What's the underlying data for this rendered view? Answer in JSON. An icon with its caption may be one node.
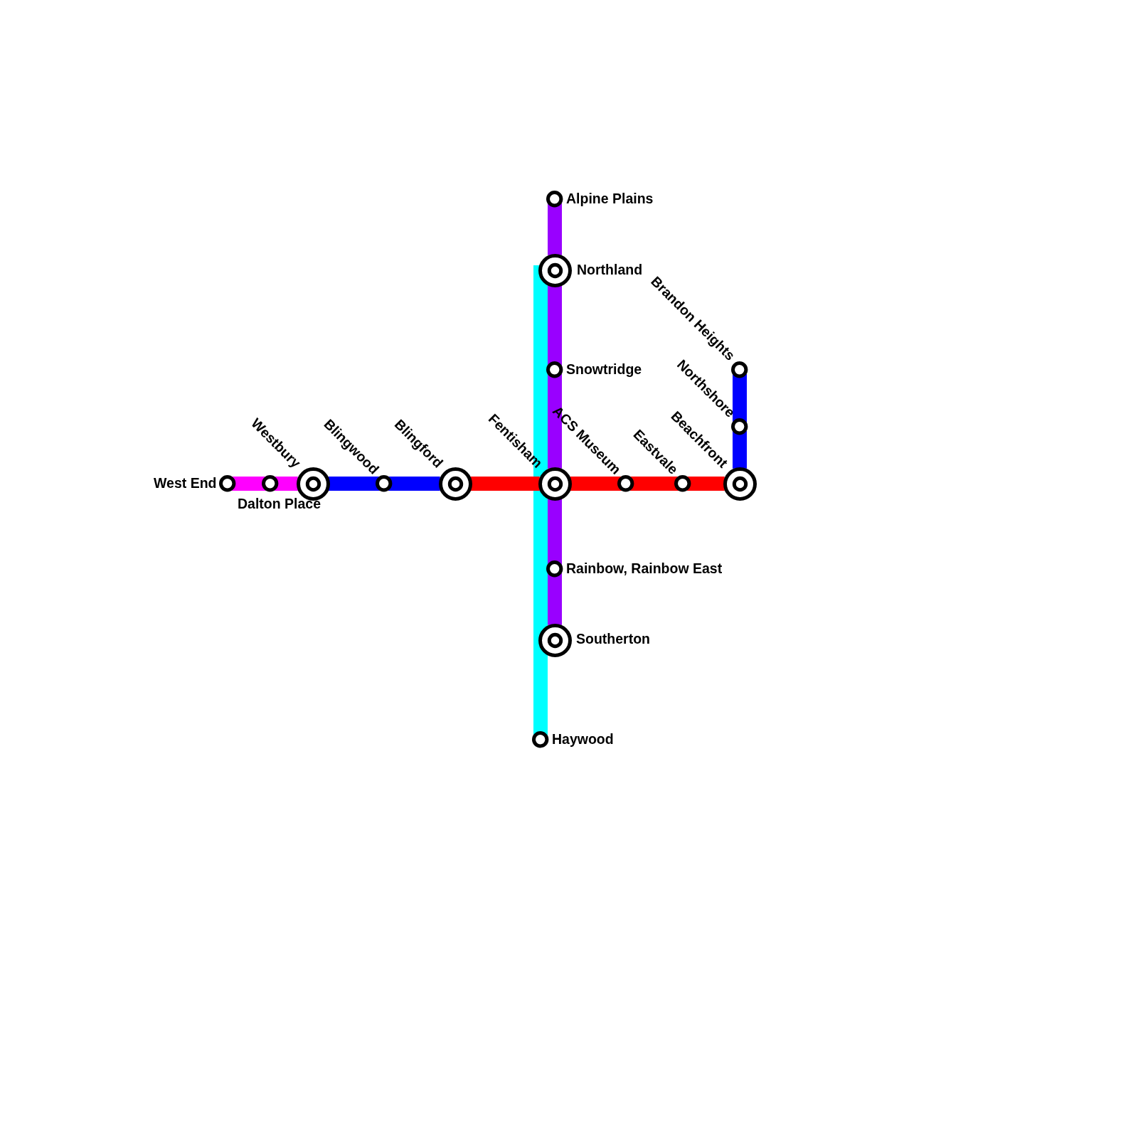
{
  "diagram": {
    "nodes": [
      {
        "text": [],
        "shape": "circle",
        "beside": [
          "Alpine Plains"
        ]
      },
      {
        "text": [],
        "shape": "circle",
        "beside": [
          "Northland"
        ]
      },
      {
        "text": [],
        "shape": "circle",
        "beside": [
          "Snowtridge"
        ]
      },
      {
        "text": [],
        "shape": "circle",
        "beside": [
          "Brandon Heights"
        ]
      },
      {
        "text": [],
        "shape": "circle",
        "beside": [
          "Northshore"
        ]
      },
      {
        "text": [],
        "shape": "circle",
        "beside": [
          "West End"
        ]
      },
      {
        "text": [],
        "shape": "circle",
        "beside": [
          "Dalton Place"
        ]
      },
      {
        "text": [],
        "shape": "circle",
        "beside": [
          "Westbury"
        ]
      },
      {
        "text": [],
        "shape": "circle",
        "beside": [
          "Blingwood"
        ]
      },
      {
        "text": [],
        "shape": "circle",
        "beside": [
          "Blingford"
        ]
      },
      {
        "text": [],
        "shape": "circle",
        "beside": [
          "Fentisham"
        ]
      },
      {
        "text": [],
        "shape": "circle",
        "beside": [
          "ACS Museum"
        ]
      },
      {
        "text": [],
        "shape": "circle",
        "beside": [
          "Eastvale"
        ]
      },
      {
        "text": [],
        "shape": "circle",
        "beside": [
          "Beachfront"
        ]
      },
      {
        "text": [],
        "shape": "circle",
        "beside": [
          "Rainbow, Rainbow East"
        ]
      },
      {
        "text": [],
        "shape": "circle",
        "beside": [
          "Southerton"
        ]
      },
      {
        "text": [],
        "shape": "circle",
        "beside": [
          "Haywood"
        ]
      }
    ],
    "edges": [
      {
        "from": 0,
        "to": 1,
        "arrow": "none"
      },
      {
        "from": 1,
        "to": 2,
        "arrow": "none"
      },
      {
        "from": 2,
        "to": 10,
        "arrow": "none"
      },
      {
        "from": 10,
        "to": 14,
        "arrow": "none"
      },
      {
        "from": 14,
        "to": 15,
        "arrow": "none"
      },
      {
        "from": 1,
        "to": 10,
        "arrow": "none",
        "color": "#00ffff"
      },
      {
        "from": 10,
        "to": 15,
        "arrow": "none",
        "color": "#00ffff"
      },
      {
        "from": 15,
        "to": 16,
        "arrow": "none",
        "color": "#00ffff"
      },
      {
        "from": 5,
        "to": 6,
        "arrow": "none",
        "color": "#ff00ff"
      },
      {
        "from": 6,
        "to": 7,
        "arrow": "none",
        "color": "#ff00ff"
      },
      {
        "from": 7,
        "to": 8,
        "arrow": "none",
        "color": "#0000ff"
      },
      {
        "from": 8,
        "to": 9,
        "arrow": "none",
        "color": "#0000ff"
      },
      {
        "from": 9,
        "to": 10,
        "arrow": "none",
        "color": "#ff0000"
      },
      {
        "from": 10,
        "to": 11,
        "arrow": "none",
        "color": "#ff0000"
      },
      {
        "from": 11,
        "to": 12,
        "arrow": "none",
        "color": "#ff0000"
      },
      {
        "from": 12,
        "to": 13,
        "arrow": "none",
        "color": "#ff0000"
      },
      {
        "from": 13,
        "to": 4,
        "arrow": "none",
        "color": "#0000ff"
      },
      {
        "from": 4,
        "to": 3,
        "arrow": "none",
        "color": "#0000ff"
      }
    ]
  }
}
